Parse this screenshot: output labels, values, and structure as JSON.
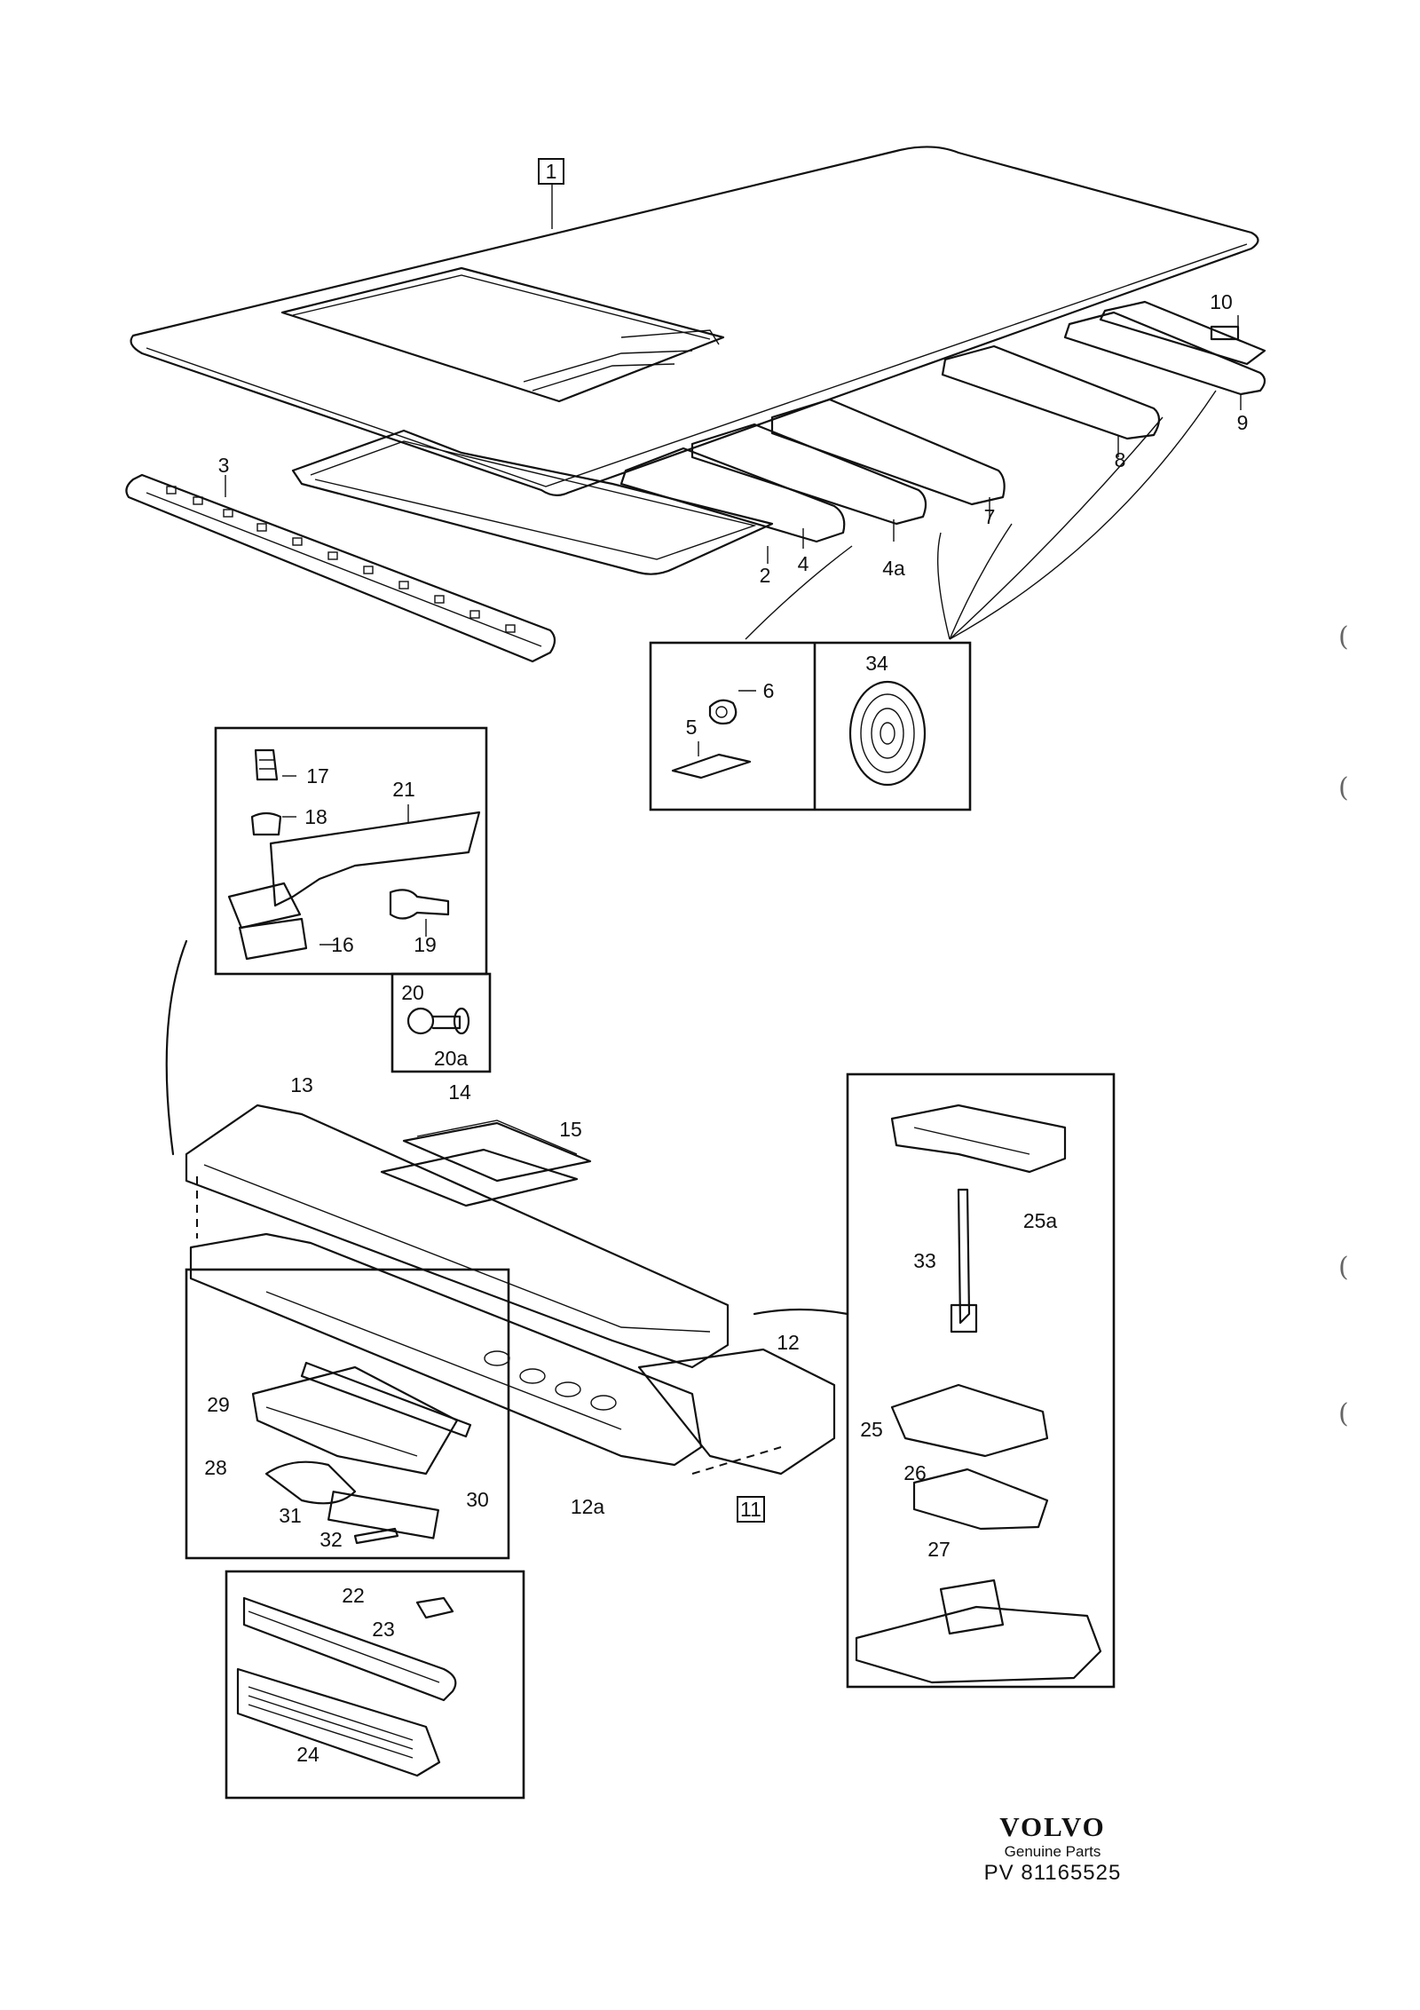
{
  "diagram": {
    "callouts": {
      "c1": "1",
      "c2": "2",
      "c3": "3",
      "c4": "4",
      "c4a": "4a",
      "c5": "5",
      "c6": "6",
      "c7": "7",
      "c8": "8",
      "c9": "9",
      "c10": "10",
      "c11": "11",
      "c12": "12",
      "c12a": "12a",
      "c13": "13",
      "c14": "14",
      "c15": "15",
      "c16": "16",
      "c17": "17",
      "c18": "18",
      "c19": "19",
      "c20": "20",
      "c20a": "20a",
      "c21": "21",
      "c22": "22",
      "c23": "23",
      "c24": "24",
      "c25": "25",
      "c25a": "25a",
      "c26": "26",
      "c27": "27",
      "c28": "28",
      "c29": "29",
      "c30": "30",
      "c31": "31",
      "c32": "32",
      "c33": "33",
      "c34": "34"
    },
    "boxed_callouts": [
      "1",
      "11"
    ]
  },
  "footer": {
    "brand": "VOLVO",
    "tagline": "Genuine Parts",
    "part_ref": "PV 81165525"
  },
  "margin_marks": [
    "(",
    "(",
    "(",
    "("
  ]
}
